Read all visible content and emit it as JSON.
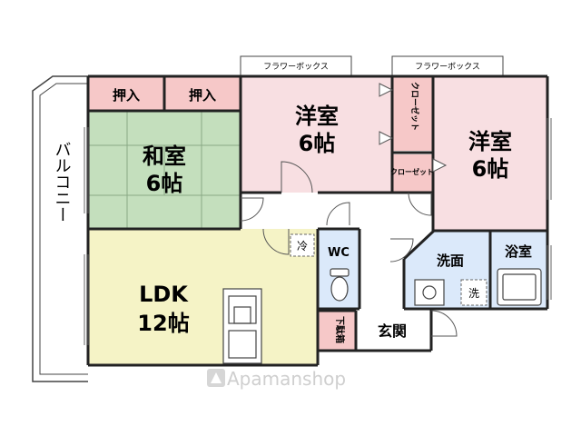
{
  "rooms": {
    "balcony": "バルコニー",
    "oshiire_1": "押入",
    "oshiire_2": "押入",
    "washitsu": {
      "name": "和室",
      "size": "6帖"
    },
    "yoshitsu_1": {
      "name": "洋室",
      "size": "6帖"
    },
    "yoshitsu_2": {
      "name": "洋室",
      "size": "6帖"
    },
    "closet_1": "クローゼット",
    "closet_2": "クローゼット",
    "ldk": {
      "name": "LDK",
      "size": "12帖"
    },
    "wc": "WC",
    "refrigerator": "冷",
    "senmen": "洗面",
    "washer": "洗",
    "yokushitsu": "浴室",
    "genkan": "玄関",
    "getabako": "下駄箱",
    "flower_box_1": "フラワーボックス",
    "flower_box_2": "フラワーボックス"
  },
  "watermark": "Apamanshop",
  "colors": {
    "washitsu": "#c4dfbd",
    "oshiire": "#f6c8c8",
    "yoshitsu": "#f8dfe2",
    "ldk": "#f5f3c6",
    "wet_area": "#dbe9fa",
    "getabako": "#f6c8c8",
    "wall": "#222222",
    "watermark": "#cfcfcf"
  }
}
